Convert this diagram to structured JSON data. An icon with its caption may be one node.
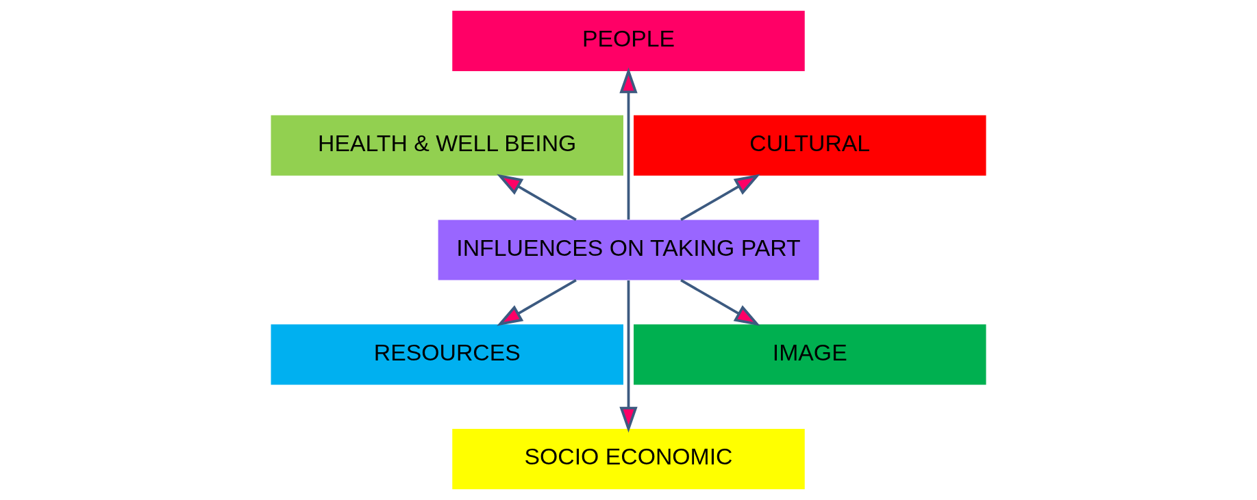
{
  "diagram": {
    "nodes": [
      {
        "text": [
          "CULTURAL"
        ]
      },
      {
        "text": [
          "PEOPLE"
        ]
      },
      {
        "text": [
          "HEALTH & WELL BEING"
        ]
      },
      {
        "text": [
          "INFLUENCES ON TAKING PART"
        ]
      },
      {
        "text": [
          "RESOURCES"
        ]
      },
      {
        "text": [
          "SOCIO ECONOMIC"
        ]
      },
      {
        "text": [
          "IMAGE"
        ]
      }
    ],
    "edges": [
      {
        "from": 3,
        "to": 0,
        "arrow": "to"
      },
      {
        "from": 3,
        "to": 1,
        "arrow": "to"
      },
      {
        "from": 3,
        "to": 4,
        "arrow": "to"
      },
      {
        "from": 3,
        "to": 5,
        "arrow": "to"
      },
      {
        "from": 3,
        "to": 6,
        "arrow": "to"
      },
      {
        "from": 3,
        "to": 2,
        "arrow": "to"
      }
    ]
  }
}
